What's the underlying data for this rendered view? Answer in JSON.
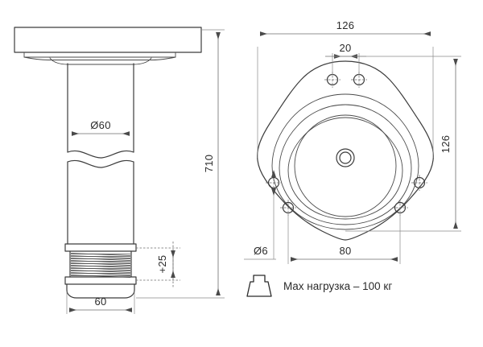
{
  "drawing": {
    "title": "Furniture leg technical drawing",
    "background_color": "#ffffff",
    "line_color": "#3c3c3c",
    "dimension_color": "#6b6b6b",
    "text_color": "#2b2b2b"
  },
  "side_view": {
    "name": "side-elevation",
    "dimensions": {
      "shaft_diameter": "Ø60",
      "total_height": "710",
      "adjustment_range": "+25",
      "base_width": "60"
    }
  },
  "top_view": {
    "name": "top-plan",
    "dimensions": {
      "plate_width": "126",
      "plate_height": "126",
      "hole_spacing_top": "20",
      "hole_spacing_bottom": "80",
      "hole_diameter": "Ø6"
    }
  },
  "note": {
    "icon": "weight-icon",
    "text": "Мax нагрузка – 100 кг"
  }
}
